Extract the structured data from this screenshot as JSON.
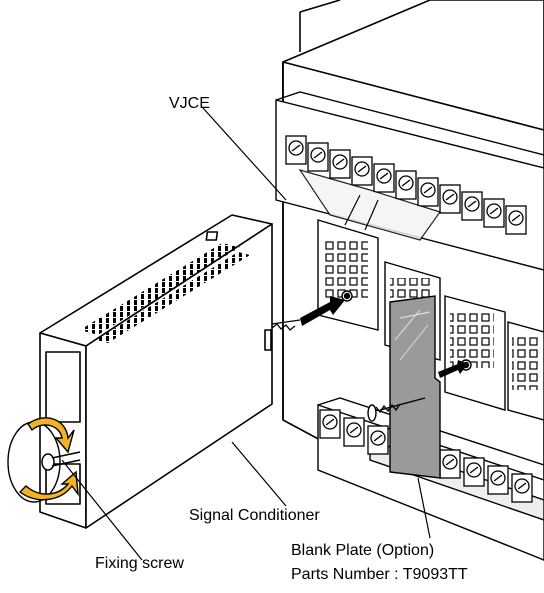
{
  "labels": {
    "vjce": "VJCE",
    "signal_conditioner": "Signal Conditioner",
    "fixing_screw": "Fixing screw",
    "blank_plate": "Blank Plate (Option)",
    "parts_number": "Parts Number : T9093TT"
  },
  "colors": {
    "line": "#000000",
    "panel": "#ffffff",
    "plate_gray": "#9a9a9a",
    "arrow_yellow": "#f2b221",
    "arrow_black": "#000000",
    "glass_gray": "#cfcfcf"
  }
}
